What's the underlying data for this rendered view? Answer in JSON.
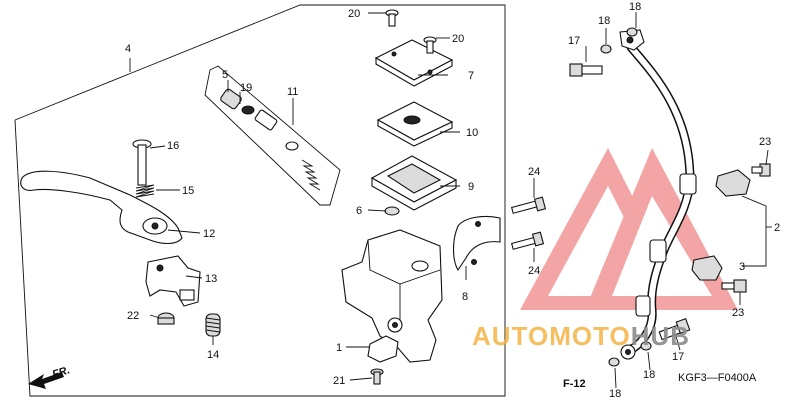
{
  "diagram": {
    "callouts": {
      "c1": "1",
      "c2": "2",
      "c3": "3",
      "c4": "4",
      "c5": "5",
      "c6": "6",
      "c7": "7",
      "c8": "8",
      "c9": "9",
      "c10": "10",
      "c11": "11",
      "c12": "12",
      "c13": "13",
      "c14": "14",
      "c15": "15",
      "c16": "16",
      "c17a": "17",
      "c17b": "17",
      "c18a": "18",
      "c18b": "18",
      "c18c": "18",
      "c18d": "18",
      "c19": "19",
      "c20a": "20",
      "c20b": "20",
      "c21": "21",
      "c22": "22",
      "c23a": "23",
      "c23b": "23",
      "c24a": "24",
      "c24b": "24"
    },
    "direction_label": "FR.",
    "section_ref": "F-12",
    "figure_code": "KGF3—F0400A"
  },
  "watermark": {
    "part1": "AUTOMOTO",
    "part2": "HUB",
    "color_orange": "#f5b342",
    "color_gray": "#8a8a8a",
    "color_red": "#e8474a"
  }
}
